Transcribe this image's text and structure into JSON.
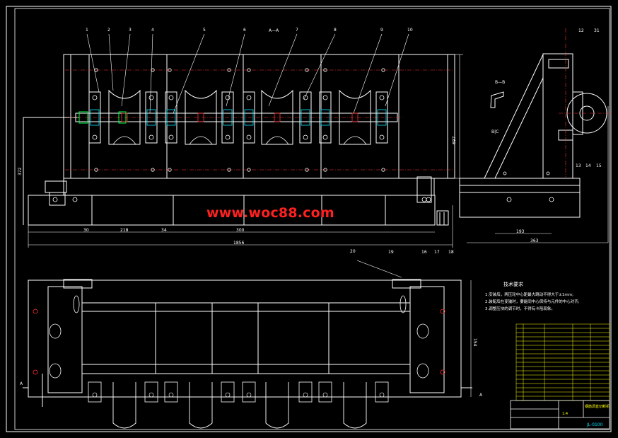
{
  "watermark": "www.woc88.com",
  "section_labels": {
    "aa": "A—A",
    "bb": "B—B",
    "bc": "B|C",
    "a_left": "A",
    "a_right": "A"
  },
  "part_numbers_top": [
    "1",
    "2",
    "3",
    "4",
    "5",
    "6",
    "7",
    "8",
    "9",
    "10"
  ],
  "part_numbers_side": [
    "12",
    "31",
    "13",
    "14",
    "15"
  ],
  "part_numbers_bottom": [
    "16",
    "17",
    "18",
    "19",
    "20"
  ],
  "dimensions": {
    "d30": "30",
    "d218": "218",
    "d34": "34",
    "d300": "300",
    "d1856": "1856",
    "d372": "372",
    "d697": "697",
    "d193": "193",
    "d363": "363",
    "d154": "154"
  },
  "tech_requirements": {
    "title": "技术要求",
    "items": [
      "1.安装后，两压轮中心距最大跳动不得大于±1mm;",
      "2.装配后在变输时，要能同中心保持与元件的中心对齐;",
      "3.调整压块的调节时，不得有卡阻现象。"
    ]
  },
  "title_block": {
    "drawing_name": "钢筋调直切断机",
    "scale": "1:4",
    "sheet": "JL-0100"
  },
  "colors": {
    "background": "#000000",
    "line": "#ffffff",
    "center": "#ff3030",
    "cyan": "#00e5ff",
    "yellow": "#ffff00",
    "green": "#00ff44",
    "watermark": "#ff2020"
  }
}
